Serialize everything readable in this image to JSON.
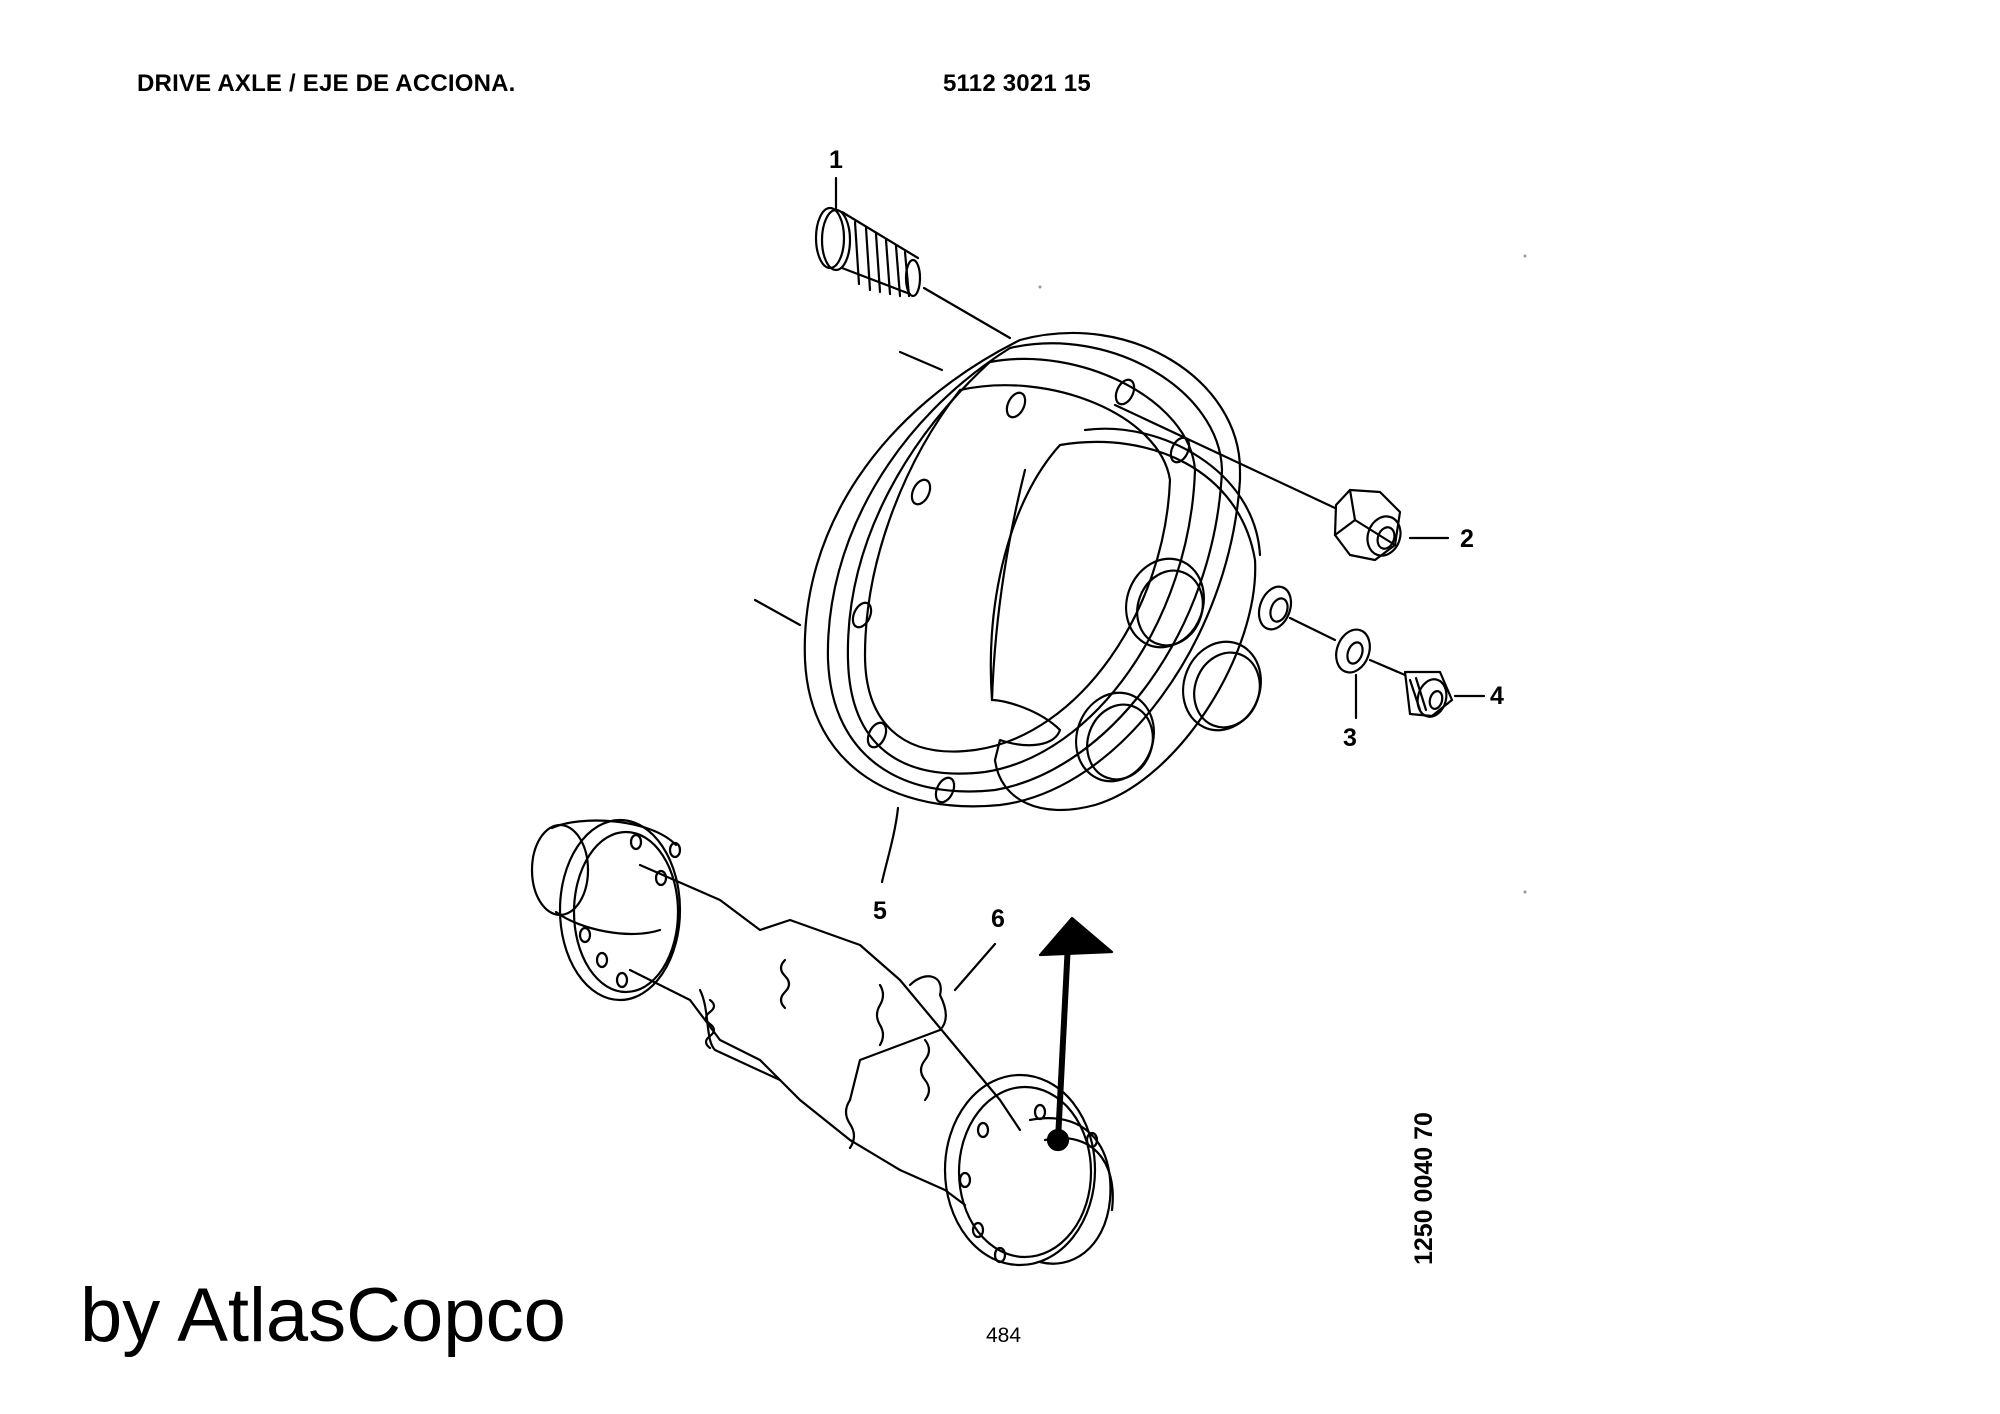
{
  "header": {
    "title": "DRIVE AXLE / EJE DE ACCIONA.",
    "part_number": "5112 3021 15"
  },
  "callouts": [
    "1",
    "2",
    "3",
    "4",
    "5",
    "6"
  ],
  "drawing_code": "1250 0040 70",
  "brand": "by AtlasCopco",
  "page_number": "484"
}
